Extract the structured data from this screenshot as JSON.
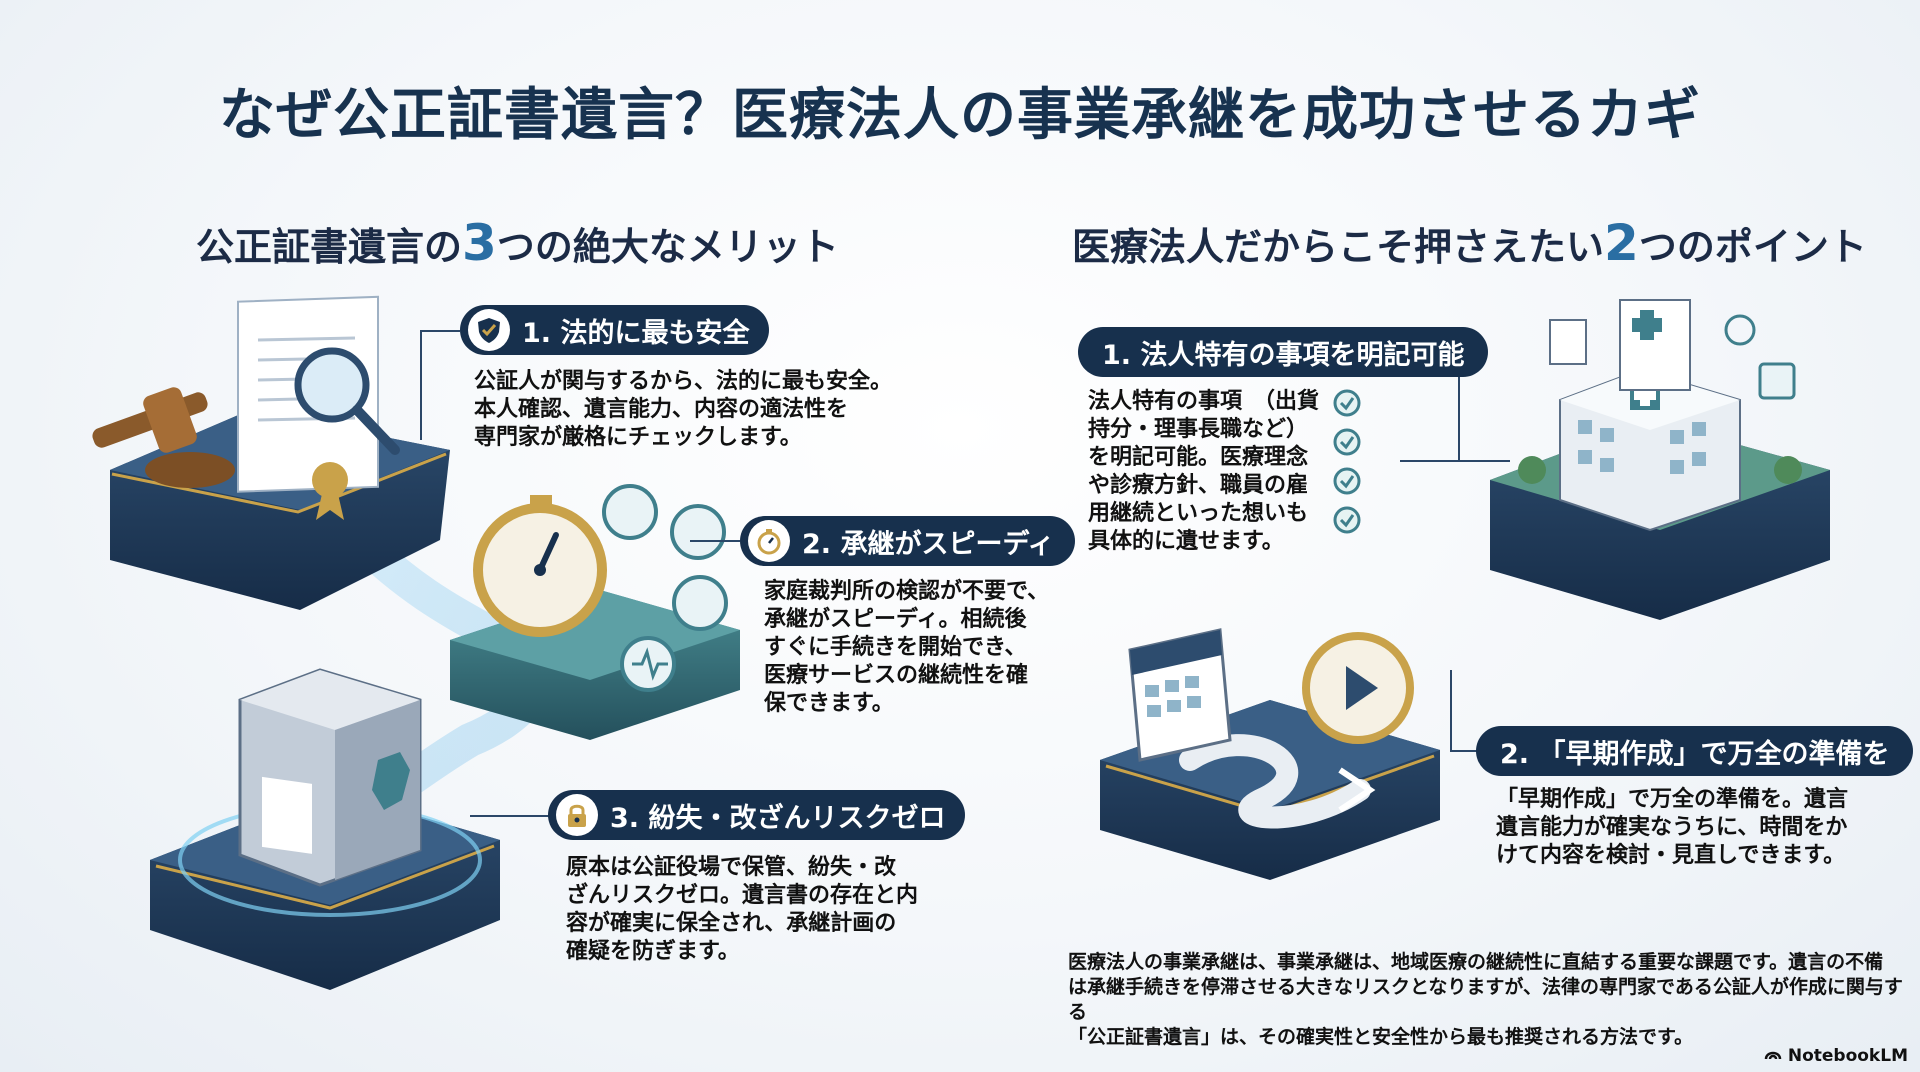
{
  "title": "なぜ公正証書遺言？医療法人の事業承継を成功させるカギ",
  "left_section": {
    "prefix": "公正証書遺言の",
    "number": "3",
    "suffix": "つの絶大なメリット",
    "merits": [
      {
        "label": "1. 法的に最も安全",
        "icon": "shield-check-icon",
        "text": "公証人が関与するから、法的に最も安全。\n本人確認、遺言能力、内容の適法性を\n専門家が厳格にチェックします。"
      },
      {
        "label": "2. 承継がスピーディ",
        "icon": "stopwatch-icon",
        "text": "家庭裁判所の検認が不要で、\n承継がスピーディ。相続後\nすぐに手続きを開始でき、\n医療サービスの継続性を確\n保できます。"
      },
      {
        "label": "3. 紛失・改ざんリスクゼロ",
        "icon": "padlock-icon",
        "text": "原本は公証役場で保管、紛失・改\nざんリスクゼロ。遺言書の存在と内\n容が確実に保全され、承継計画の\n確疑を防ぎます。"
      }
    ]
  },
  "right_section": {
    "prefix": "医療法人だからこそ押さえたい",
    "number": "2",
    "suffix": "つのポイント",
    "points": [
      {
        "label": "1. 法人特有の事項を明記可能",
        "text": "法人特有の事項　（出貨\n持分・理事長職など）\nを明記可能。医療理念\nや診療方針、職員の雇\n用継続といった想いも\n具体的に遺せます。"
      },
      {
        "label": "2. 「早期作成」で万全の準備を",
        "text": "「早期作成」で万全の準備を。遺言\n遺言能力が確実なうちに、時間をか\nけて内容を検討・見直しできます。"
      }
    ],
    "footer_text": "医療法人の事業承継は、事業承継は、地域医療の継続性に直結する重要な課題です。遺言の不備\nは承継手続きを停滞させる大きなリスクとなりますが、法律の専門家である公証人が作成に関与する\n「公正証書遺言」は、その確実性と安全性から最も推奨される方法です。"
  },
  "branding": {
    "label": "NotebookLM"
  },
  "colors": {
    "navy": "#17304d",
    "accent": "#2a6ea3",
    "gold": "#c9a24a",
    "teal": "#3f7f8c"
  }
}
